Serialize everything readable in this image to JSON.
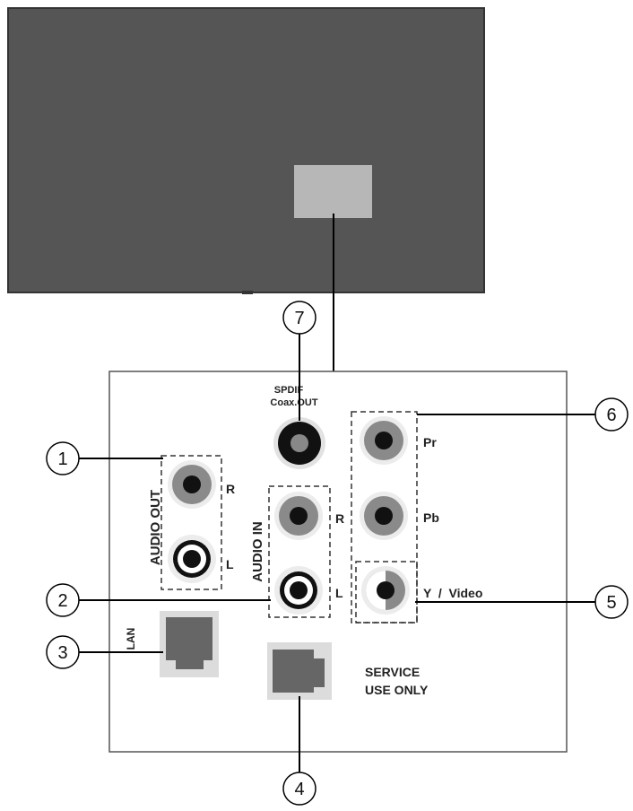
{
  "callouts": [
    "1",
    "2",
    "3",
    "4",
    "5",
    "6",
    "7"
  ],
  "labels": {
    "spdif_line1": "SPDIF",
    "spdif_line2": "Coax.OUT",
    "audio_out": "AUDIO OUT",
    "audio_in": "AUDIO IN",
    "r": "R",
    "l": "L",
    "pr": "Pr",
    "pb": "Pb",
    "y_video": "Y  /  Video",
    "lan": "LAN",
    "service_line1": "SERVICE",
    "service_line2": "USE ONLY"
  },
  "colors": {
    "tv_body": "#555555",
    "tv_panel": "#b7b7b7",
    "jack_ring": "#8a8a8a",
    "jack_core": "#111111",
    "port_fill": "#666666"
  }
}
